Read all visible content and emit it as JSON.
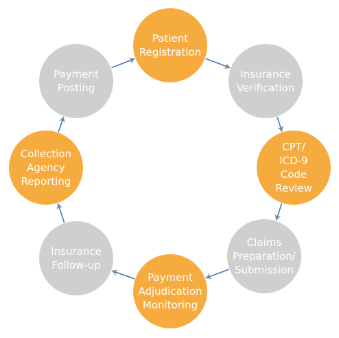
{
  "colors": {
    "orange": "#f6ab3f",
    "gray": "#cfcfcf",
    "connector": "#3a79b6",
    "arrowhead": "#7f8990",
    "label": "#ffffff"
  },
  "nodes": [
    {
      "id": "patient-registration",
      "label": "Patient\nRegistration",
      "color": "orange"
    },
    {
      "id": "insurance-verification",
      "label": "Insurance\nVerification",
      "color": "gray"
    },
    {
      "id": "cpt-icd9-code-review",
      "label": "CPT/\nICD-9\nCode\nReview",
      "color": "orange"
    },
    {
      "id": "claims-preparation-submission",
      "label": "Claims\nPreparation/\nSubmission",
      "color": "gray"
    },
    {
      "id": "payment-adjudication-monitoring",
      "label": "Payment\nAdjudication\nMonitoring",
      "color": "orange"
    },
    {
      "id": "insurance-follow-up",
      "label": "Insurance\nFollow-up",
      "color": "gray"
    },
    {
      "id": "collection-agency-reporting",
      "label": "Collection\nAgency\nReporting",
      "color": "orange"
    },
    {
      "id": "payment-posting",
      "label": "Payment\nPosting",
      "color": "gray"
    }
  ]
}
